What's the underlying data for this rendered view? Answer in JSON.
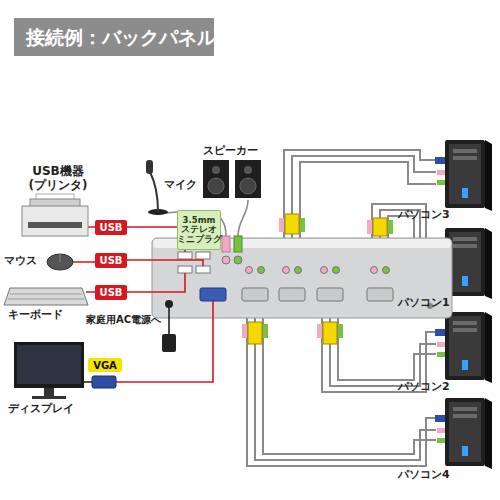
{
  "diagram": {
    "title": "接続例：バックパネル",
    "nodes": [
      {
        "text": [
          "USB"
        ]
      },
      {
        "text": [
          "USB"
        ]
      },
      {
        "text": [
          "USB"
        ]
      },
      {
        "text": [
          "3.5mm ステレオ ミニプラグ"
        ]
      },
      {
        "text": [
          "VGA"
        ]
      }
    ],
    "labels": [
      "USB機器 (プリンタ)",
      "マウス",
      "キーボード",
      "家庭用AC電源へ",
      "ディスプレイ",
      "マイク",
      "スピーカー",
      "パソコン3",
      "パソコン1",
      "パソコン2",
      "パソコン4"
    ]
  }
}
